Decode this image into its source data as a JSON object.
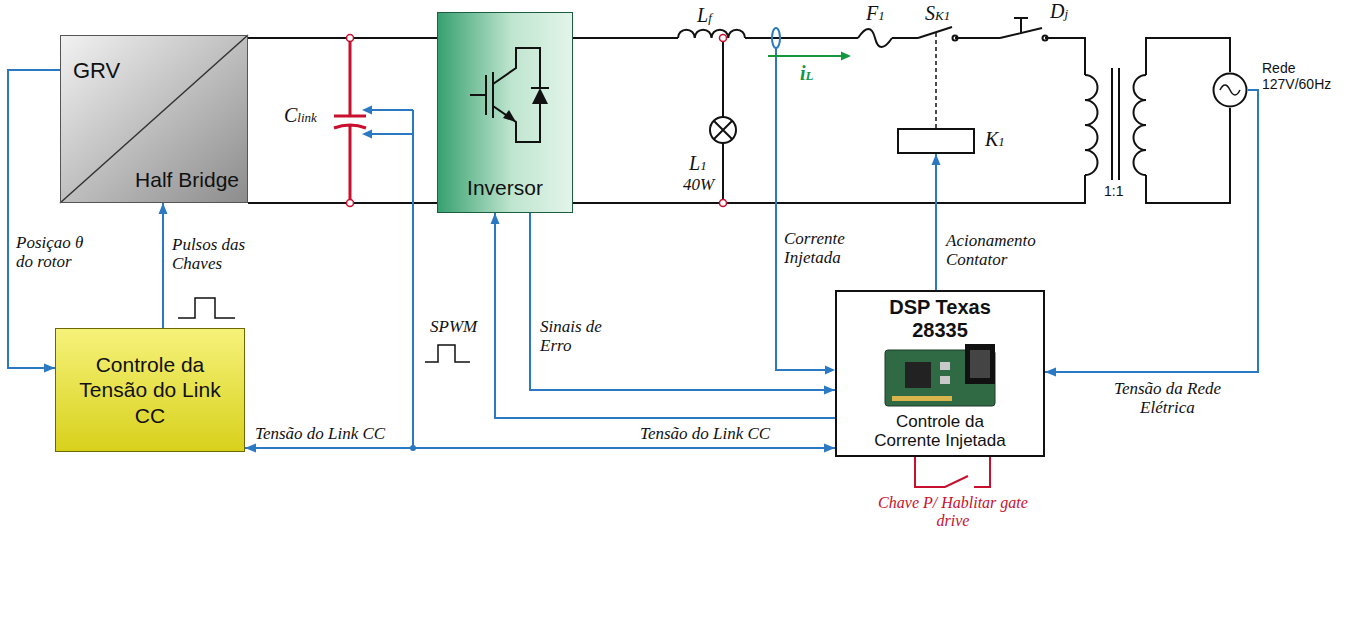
{
  "diagram": {
    "nodes": [
      {
        "text": [
          "GRV",
          "Half Bridge"
        ]
      },
      {
        "text": [
          "Inversor"
        ]
      },
      {
        "text": [
          "K1"
        ]
      },
      {
        "text": [
          "Rede 127V/60Hz"
        ]
      },
      {
        "text": [
          "Controle da Tensão do Link CC"
        ]
      },
      {
        "text": [
          "DSP Texas 28335",
          "Controle da Corrente Injetada"
        ]
      }
    ],
    "edges": [
      {
        "from": 0,
        "to": 4,
        "label": "Posiçao θ do rotor",
        "arrow": "to"
      },
      {
        "from": 4,
        "to": 0,
        "label": "Pulsos das Chaves",
        "arrow": "to"
      },
      {
        "from": 5,
        "to": 1,
        "label": "SPWM",
        "arrow": "to"
      },
      {
        "from": 1,
        "to": 5,
        "label": "Sinais de Erro",
        "arrow": "to"
      },
      {
        "from": 5,
        "to": 2,
        "label": "Acionamento Contator",
        "arrow": "to"
      },
      {
        "from": 3,
        "to": 5,
        "label": "Tensão da Rede Elétrica",
        "arrow": "to"
      },
      {
        "from": 4,
        "to": 5,
        "label": "Tensão do Link CC",
        "arrow": "both"
      }
    ],
    "labels": [
      "Clink",
      "Lf",
      "L1",
      "40W",
      "F1",
      "SK1",
      "Dj",
      "iL",
      "1:1",
      "Corrente Injetada",
      "Tensão do Link CC",
      "Chave P/ Hablitar gate drive"
    ]
  }
}
